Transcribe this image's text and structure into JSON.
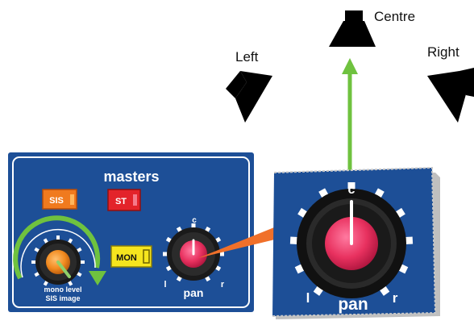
{
  "speakers": {
    "centre": {
      "label": "Centre",
      "icon": "speaker-icon"
    },
    "left": {
      "label": "Left",
      "icon": "speaker-icon"
    },
    "right": {
      "label": "Right",
      "icon": "speaker-icon"
    }
  },
  "masters_panel": {
    "title": "masters",
    "buttons": {
      "sis": {
        "label": "SIS",
        "color": "#f07a1e",
        "led_color": "#ffb65c"
      },
      "st": {
        "label": "ST",
        "color": "#e3232a",
        "led_color": "#f57a8a"
      },
      "mon": {
        "label": "MON",
        "color": "#f5e51e",
        "led_color": "#f5e51e"
      }
    },
    "mono_knob": {
      "label_line1": "mono level",
      "label_line2": "SIS image",
      "cap_color": "#f28a1f",
      "rotation_arrow_color": "#6fc23f"
    },
    "pan_knob": {
      "label": "pan",
      "tick_left": "l",
      "tick_centre": "c",
      "tick_right": "r",
      "cap_color": "#e8315f"
    },
    "panel_color": "#1d4f97"
  },
  "zoom_inset": {
    "label": "pan",
    "tick_left": "l",
    "tick_centre": "c",
    "tick_right": "r",
    "cap_color": "#e8315f",
    "panel_color": "#1d4f97"
  },
  "connectors": {
    "zoom_color": "#f0702a",
    "direction_arrow_color": "#6fc23f"
  }
}
